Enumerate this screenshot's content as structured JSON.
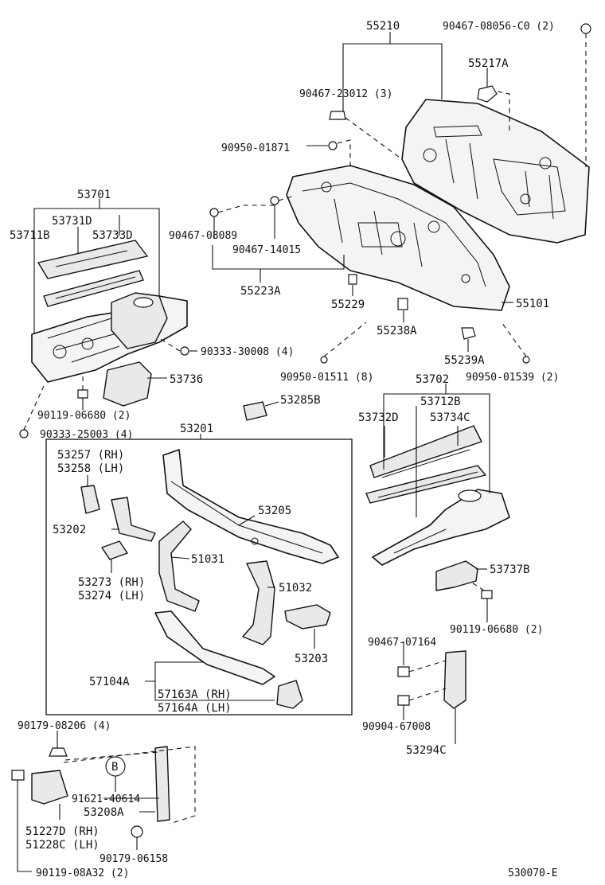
{
  "diagram": {
    "page_code": "530070-E",
    "parts": {
      "p55210": "55210",
      "p90467_08056": "90467-08056-C0 (2)",
      "p55217A": "55217A",
      "p90467_23012": "90467-23012 (3)",
      "p90950_01871": "90950-01871",
      "p53701": "53701",
      "p53731D": "53731D",
      "p53711B": "53711B",
      "p53733D": "53733D",
      "p90467_08089": "90467-08089",
      "p90467_14015": "90467-14015",
      "p55223A": "55223A",
      "p55229": "55229",
      "p55101": "55101",
      "p90333_30008": "90333-30008 (4)",
      "p55238A": "55238A",
      "p55239A": "55239A",
      "p53736": "53736",
      "p90950_01511": "90950-01511 (8)",
      "p53702": "53702",
      "p90950_01539": "90950-01539 (2)",
      "p90119_06680a": "90119-06680 (2)",
      "p53285B": "53285B",
      "p53712B": "53712B",
      "p90333_25003": "90333-25003 (4)",
      "p53732D": "53732D",
      "p53734C": "53734C",
      "p53201": "53201",
      "p53257": "53257 (RH)",
      "p53258": "53258 (LH)",
      "p53205": "53205",
      "p53202": "53202",
      "p51031": "51031",
      "p53737B": "53737B",
      "p53273": "53273 (RH)",
      "p53274": "53274 (LH)",
      "p51032": "51032",
      "p90119_06680b": "90119-06680 (2)",
      "p53203": "53203",
      "p90467_07164": "90467-07164",
      "p57104A": "57104A",
      "p57163A": "57163A (RH)",
      "p57164A": "57164A (LH)",
      "p90904_67008": "90904-67008",
      "p90179_08206": "90179-08206 (4)",
      "p53294C": "53294C",
      "pB": "B",
      "p91621_40614": "91621-40614",
      "p53208A": "53208A",
      "p51227D": "51227D (RH)",
      "p51228C": "51228C (LH)",
      "p90179_06158": "90179-06158",
      "p90119_08A32": "90119-08A32 (2)"
    }
  }
}
